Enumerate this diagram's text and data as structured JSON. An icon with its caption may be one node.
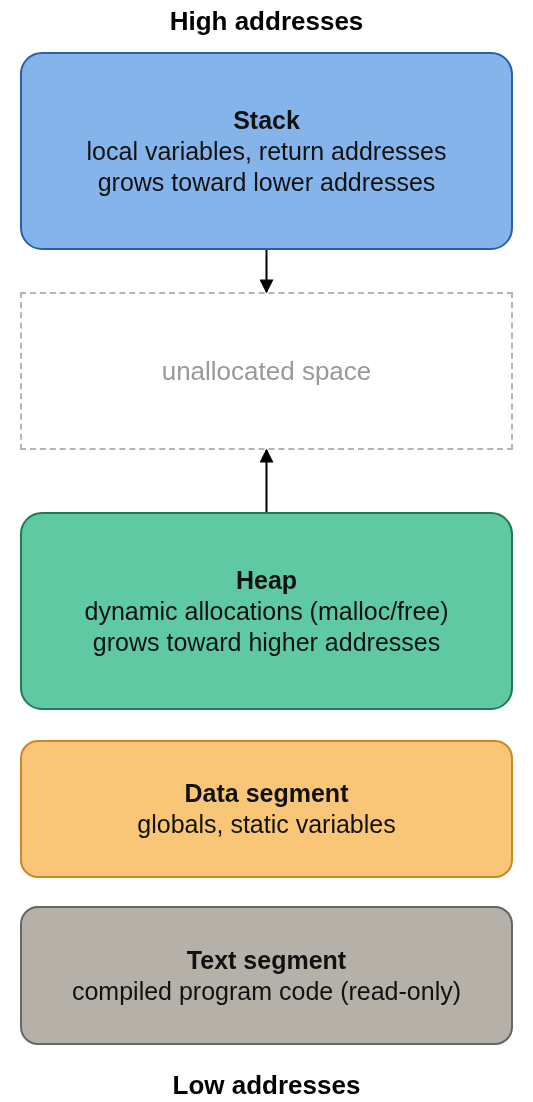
{
  "diagram": {
    "nodes": [
      {
        "text": [
          "Stack",
          "local variables, return addresses",
          "grows toward lower addresses"
        ]
      },
      {
        "text": [
          "unallocated space"
        ]
      },
      {
        "text": [
          "Heap",
          "dynamic allocations (malloc/free)",
          "grows toward higher addresses"
        ]
      },
      {
        "text": [
          "Data segment",
          "globals, static variables"
        ]
      },
      {
        "text": [
          "Text segment",
          "compiled program code (read-only)"
        ]
      }
    ],
    "edges": [
      {
        "from": 0,
        "to": 1,
        "arrow": "to"
      },
      {
        "from": 2,
        "to": 1,
        "arrow": "to"
      }
    ],
    "labels": [
      "High addresses",
      "Low addresses"
    ]
  }
}
